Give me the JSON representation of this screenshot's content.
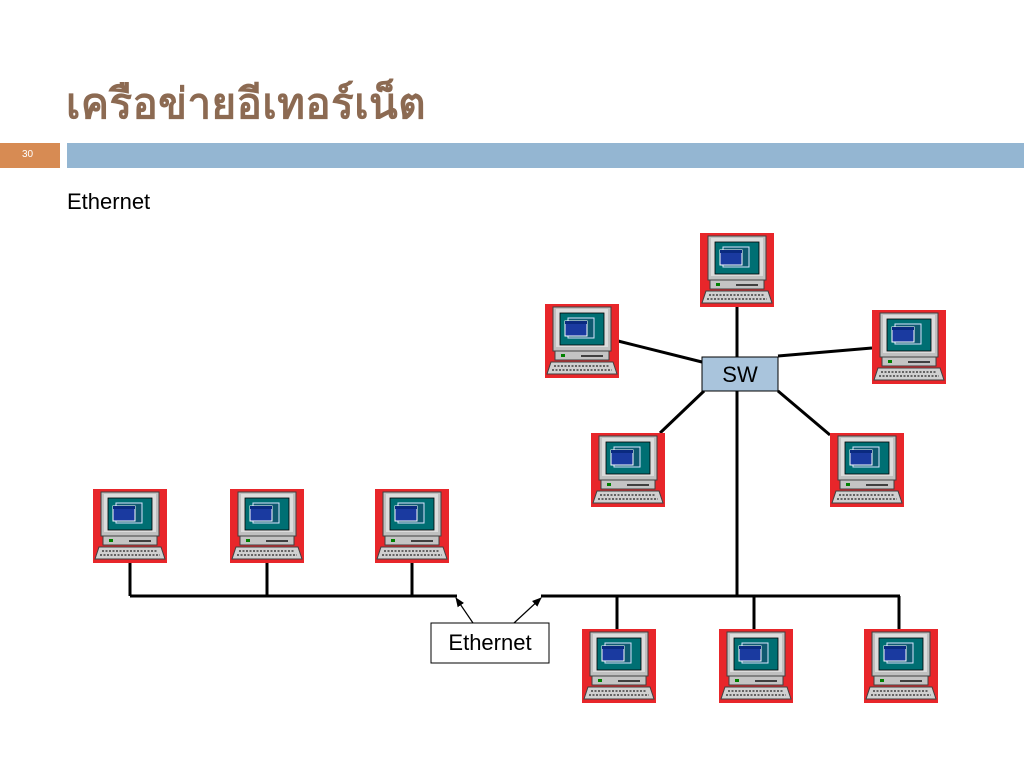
{
  "slide": {
    "title": "เครือข่ายอีเทอร์เน็ต",
    "number": "30",
    "subtitle": "Ethernet"
  },
  "diagram": {
    "switch_label": "SW",
    "bus_label": "Ethernet",
    "node_icon": "computer-icon",
    "colors": {
      "icon_background": "#e8262a",
      "switch_fill": "#a9c4dc",
      "title": "#8c6a52",
      "accent_bar": "#94b6d2",
      "number_box": "#d78b53"
    }
  }
}
